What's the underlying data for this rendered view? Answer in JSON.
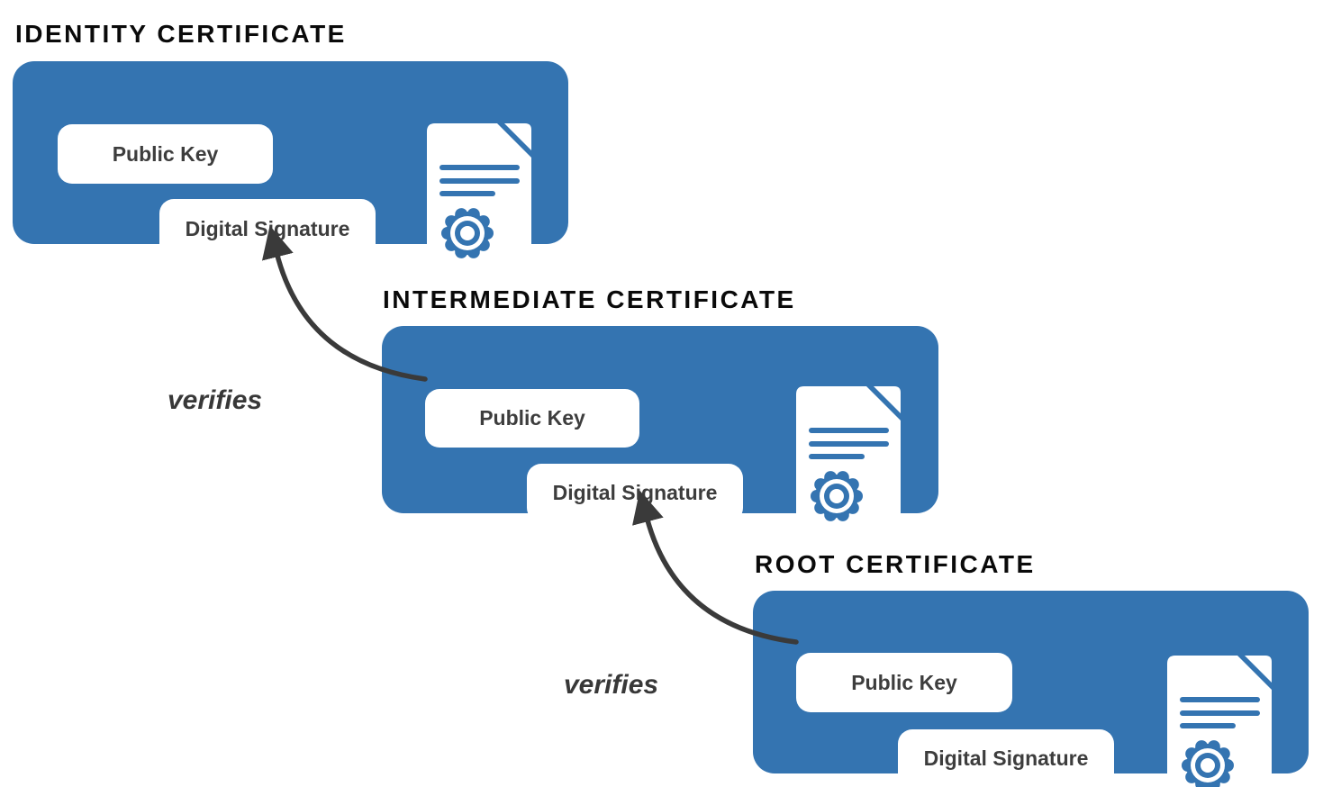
{
  "diagram": {
    "type": "certificate-chain",
    "background": "#ffffff",
    "accent_blue": "#3474b1",
    "title_color": "#0a0a0a",
    "label_color": "#3d3d3d",
    "arrow_color": "#3a3a3a"
  },
  "certificates": [
    {
      "title": "IDENTITY CERTIFICATE",
      "public_key": "Public Key",
      "digital_signature": "Digital Signature",
      "icon": "certificate-icon"
    },
    {
      "title": "INTERMEDIATE CERTIFICATE",
      "public_key": "Public Key",
      "digital_signature": "Digital Signature",
      "icon": "certificate-icon"
    },
    {
      "title": "ROOT CERTIFICATE",
      "public_key": "Public Key",
      "digital_signature": "Digital Signature",
      "icon": "certificate-icon"
    }
  ],
  "arrows": [
    {
      "label": "verifies",
      "from": "intermediate-certificate.public-key",
      "to": "identity-certificate.digital-signature"
    },
    {
      "label": "verifies",
      "from": "root-certificate.public-key",
      "to": "intermediate-certificate.digital-signature"
    }
  ]
}
